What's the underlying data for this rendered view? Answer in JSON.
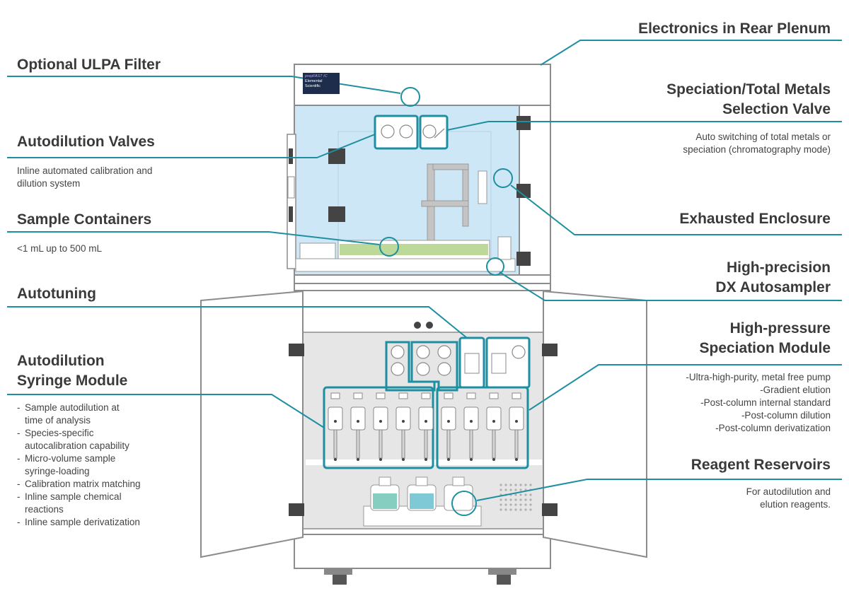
{
  "colors": {
    "callout": "#1e8fa0",
    "enclosure": "#cde7f7",
    "outline": "#8c8c8c",
    "bottle": "#86cfc0"
  },
  "brand": {
    "product": "prepFAST IC",
    "maker": "Elemental Scientific"
  },
  "left": {
    "ulpa": {
      "title": "Optional ULPA Filter"
    },
    "autodilution_valves": {
      "title": "Autodilution Valves",
      "desc": [
        "Inline automated calibration and",
        "dilution system"
      ]
    },
    "sample_containers": {
      "title": "Sample Containers",
      "desc": [
        "<1 mL up to 500 mL"
      ]
    },
    "autotuning": {
      "title": "Autotuning"
    },
    "syringe_module": {
      "title": [
        "Autodilution",
        "Syringe Module"
      ],
      "items": [
        [
          "Sample autodilution at",
          "time of analysis"
        ],
        [
          "Species-specific",
          "autocalibration capability"
        ],
        [
          "Micro-volume sample",
          "syringe-loading"
        ],
        [
          "Calibration matrix matching"
        ],
        [
          "Inline sample chemical",
          "reactions"
        ],
        [
          "Inline sample derivatization"
        ]
      ]
    }
  },
  "right": {
    "electronics": {
      "title": "Electronics in Rear Plenum"
    },
    "speciation_valve": {
      "title": [
        "Speciation/Total Metals",
        "Selection Valve"
      ],
      "desc": [
        "Auto switching of total metals or",
        "speciation (chromatography mode)"
      ]
    },
    "exhausted": {
      "title": "Exhausted Enclosure"
    },
    "autosampler": {
      "title": [
        "High-precision",
        "DX Autosampler"
      ]
    },
    "hp_module": {
      "title": [
        "High-pressure",
        "Speciation Module"
      ],
      "desc": [
        "-Ultra-high-purity, metal free pump",
        "-Gradient elution",
        "-Post-column internal standard",
        "-Post-column dilution",
        "-Post-column derivatization"
      ]
    },
    "reservoirs": {
      "title": "Reagent Reservoirs",
      "desc": [
        "For autodilution and",
        "elution reagents."
      ]
    }
  }
}
